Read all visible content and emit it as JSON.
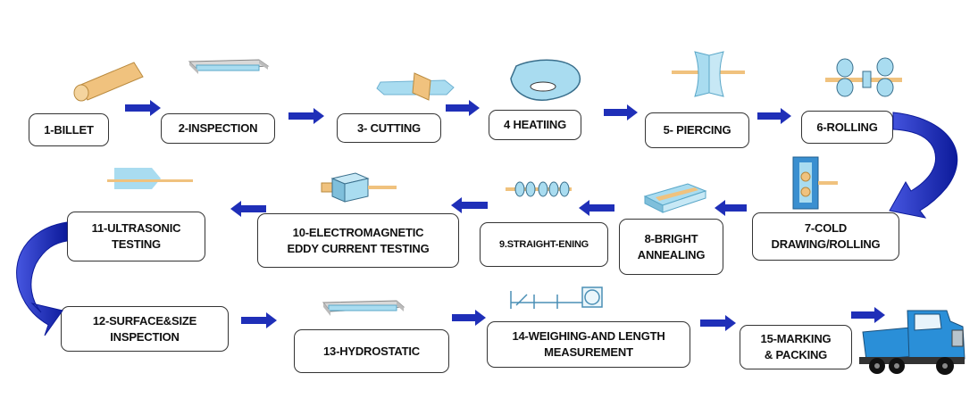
{
  "colors": {
    "arrow": "#1f2fb8",
    "illustration_blue": "#a9dcf0",
    "illustration_tan": "#f0c27e",
    "truck_blue": "#2a8fd8"
  },
  "steps": [
    {
      "label": "1-BILLET"
    },
    {
      "label": "2-INSPECTION"
    },
    {
      "label": "3- CUTTING"
    },
    {
      "label": "4 HEATIING"
    },
    {
      "label": "5- PIERCING"
    },
    {
      "label": "6-ROLLING"
    },
    {
      "label": "7-COLD\nDRAWING/ROLLING"
    },
    {
      "label": "8-BRIGHT\nANNEALING"
    },
    {
      "label": "9.STRAIGHT-ENING"
    },
    {
      "label": "10-ELECTROMAGNETIC\nEDDY CURRENT TESTING"
    },
    {
      "label": "11-ULTRASONIC\nTESTING"
    },
    {
      "label": "12-SURFACE&SIZE\nINSPECTION"
    },
    {
      "label": "13-HYDROSTATIC"
    },
    {
      "label": "14-WEIGHING-AND LENGTH\nMEASUREMENT"
    },
    {
      "label": "15-MARKING\n& PACKING"
    }
  ],
  "illustrations": {
    "billet": "billet-rod",
    "inspection": "inspection-bench",
    "cutting": "cutting-blade",
    "heating": "heating-furnace",
    "piercing": "piercing-mill",
    "rolling": "rolling-rollers",
    "cold_drawing": "drawing-die",
    "annealing": "annealing-furnace",
    "straightening": "straightening-rollers",
    "eddy_current": "eddy-current-coil",
    "ultrasonic": "ultrasonic-tank",
    "surface_inspection": "inspection-bench",
    "hydrostatic": "hydrostatic-bench",
    "weighing": "weighing-rack",
    "truck": "delivery-truck"
  }
}
